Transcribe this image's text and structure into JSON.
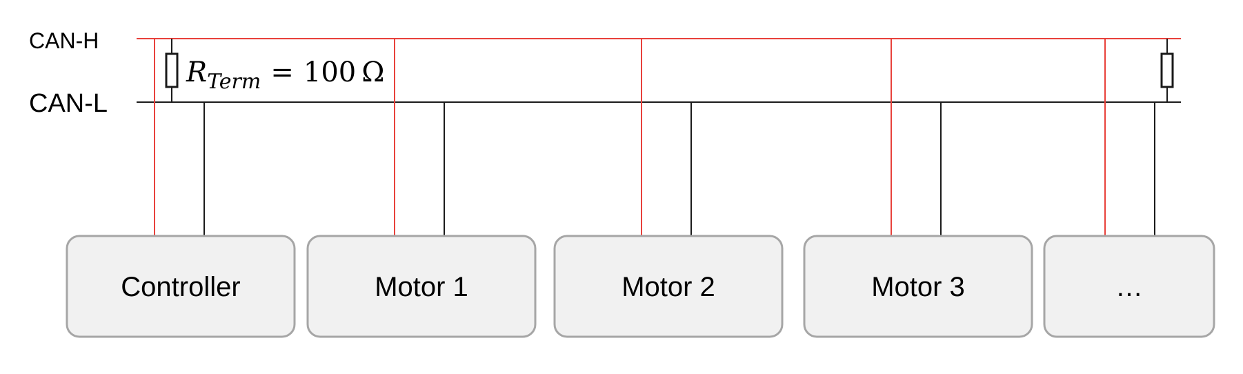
{
  "bus": {
    "high_label": "CAN-H",
    "low_label": "CAN-L",
    "high_color": "#e8413b",
    "low_color": "#1a1a1a"
  },
  "termination": {
    "symbol": "R",
    "subscript": "Term",
    "equals": "=",
    "value": "100",
    "unit": "Ω"
  },
  "nodes": [
    {
      "label": "Controller"
    },
    {
      "label": "Motor 1"
    },
    {
      "label": "Motor 2"
    },
    {
      "label": "Motor 3"
    },
    {
      "label": "…"
    }
  ],
  "colors": {
    "node_fill": "#f1f1f1",
    "node_border": "#a6a6a6"
  }
}
